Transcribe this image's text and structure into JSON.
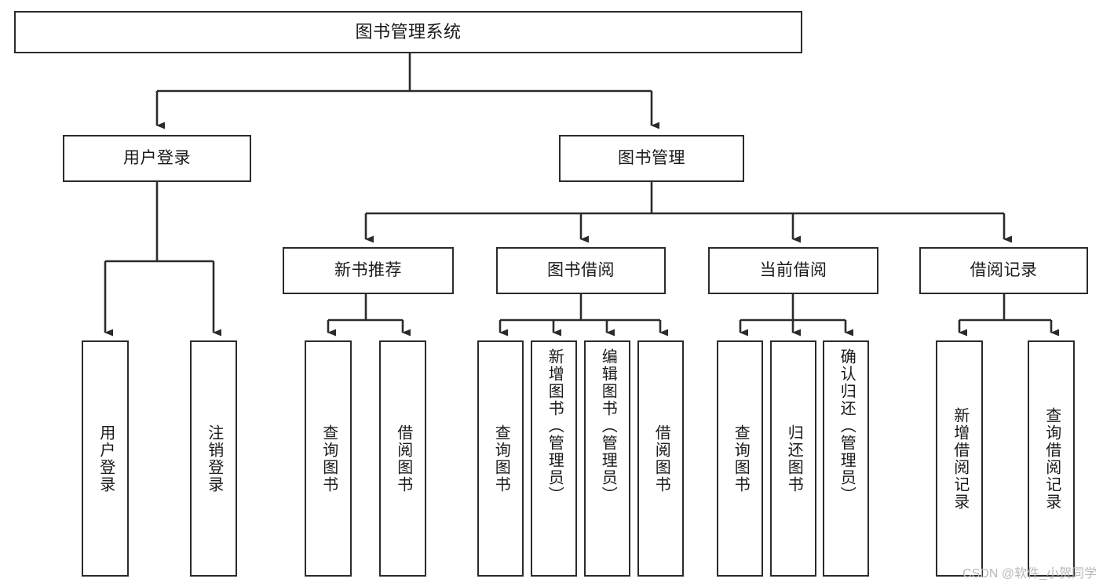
{
  "diagram": {
    "title": "图书管理系统",
    "type": "tree",
    "orientation": "top-down",
    "colors": {
      "background": "#ffffff",
      "box_border": "#2b2b2b",
      "box_fill": "#ffffff",
      "connector": "#2b2b2b",
      "text": "#1a1a1a",
      "watermark": "#b9b9b9"
    },
    "watermark": "CSDN @软件_小贺同学"
  },
  "nodes": {
    "root": {
      "label": "图书管理系统",
      "level": 0
    },
    "level1": [
      {
        "id": "user-login",
        "label": "用户登录"
      },
      {
        "id": "book-manage",
        "label": "图书管理"
      }
    ],
    "level2": [
      {
        "id": "new-book-recommend",
        "label": "新书推荐",
        "parent": "book-manage"
      },
      {
        "id": "book-borrow",
        "label": "图书借阅",
        "parent": "book-manage"
      },
      {
        "id": "current-borrow",
        "label": "当前借阅",
        "parent": "book-manage"
      },
      {
        "id": "borrow-record",
        "label": "借阅记录",
        "parent": "book-manage"
      }
    ],
    "leaves": {
      "user-login": [
        {
          "id": "leaf-user-login",
          "label": "用户登录"
        },
        {
          "id": "leaf-logout-login",
          "label": "注销登录"
        }
      ],
      "new-book-recommend": [
        {
          "id": "leaf-query-book-1",
          "label": "查询图书"
        },
        {
          "id": "leaf-borrow-book-1",
          "label": "借阅图书"
        }
      ],
      "book-borrow": [
        {
          "id": "leaf-query-book-2",
          "label": "查询图书"
        },
        {
          "id": "leaf-add-book",
          "label": "新增图书（管理员）"
        },
        {
          "id": "leaf-edit-book",
          "label": "编辑图书（管理员）"
        },
        {
          "id": "leaf-borrow-book-2",
          "label": "借阅图书"
        }
      ],
      "current-borrow": [
        {
          "id": "leaf-query-book-3",
          "label": "查询图书"
        },
        {
          "id": "leaf-return-book",
          "label": "归还图书"
        },
        {
          "id": "leaf-confirm-return",
          "label": "确认归还（管理员）"
        }
      ],
      "borrow-record": [
        {
          "id": "leaf-add-record",
          "label": "新增借阅记录"
        },
        {
          "id": "leaf-query-record",
          "label": "查询借阅记录"
        }
      ]
    }
  },
  "edges": [
    {
      "from": "图书管理系统",
      "to": "用户登录"
    },
    {
      "from": "图书管理系统",
      "to": "图书管理"
    },
    {
      "from": "用户登录",
      "to": "用户登录"
    },
    {
      "from": "用户登录",
      "to": "注销登录"
    },
    {
      "from": "图书管理",
      "to": "新书推荐"
    },
    {
      "from": "图书管理",
      "to": "图书借阅"
    },
    {
      "from": "图书管理",
      "to": "当前借阅"
    },
    {
      "from": "图书管理",
      "to": "借阅记录"
    },
    {
      "from": "新书推荐",
      "to": "查询图书"
    },
    {
      "from": "新书推荐",
      "to": "借阅图书"
    },
    {
      "from": "图书借阅",
      "to": "查询图书"
    },
    {
      "from": "图书借阅",
      "to": "新增图书（管理员）"
    },
    {
      "from": "图书借阅",
      "to": "编辑图书（管理员）"
    },
    {
      "from": "图书借阅",
      "to": "借阅图书"
    },
    {
      "from": "当前借阅",
      "to": "查询图书"
    },
    {
      "from": "当前借阅",
      "to": "归还图书"
    },
    {
      "from": "当前借阅",
      "to": "确认归还（管理员）"
    },
    {
      "from": "借阅记录",
      "to": "新增借阅记录"
    },
    {
      "from": "借阅记录",
      "to": "查询借阅记录"
    }
  ]
}
